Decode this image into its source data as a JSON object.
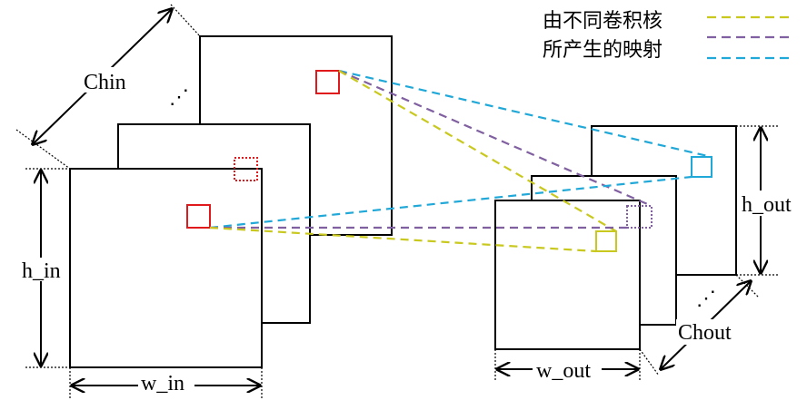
{
  "labels": {
    "chin": "Chin",
    "chout": "Chout",
    "h_in": "h_in",
    "w_in": "w_in",
    "h_out": "h_out",
    "w_out": "w_out",
    "ellipsis_in": "⋰",
    "ellipsis_out": "⋰"
  },
  "legend": {
    "line1": "由不同卷积核",
    "line2": "所产生的映射",
    "series": [
      {
        "name": "yellow-dashed",
        "color": "#c8c81e"
      },
      {
        "name": "purple-dashed",
        "color": "#8060a0"
      },
      {
        "name": "cyan-dashed",
        "color": "#20a8d8"
      }
    ]
  },
  "colors": {
    "kernel_red": "#e0191c",
    "yellow": "#c8c81e",
    "purple": "#8060a0",
    "cyan": "#20a8d8",
    "stroke": "#000000"
  }
}
